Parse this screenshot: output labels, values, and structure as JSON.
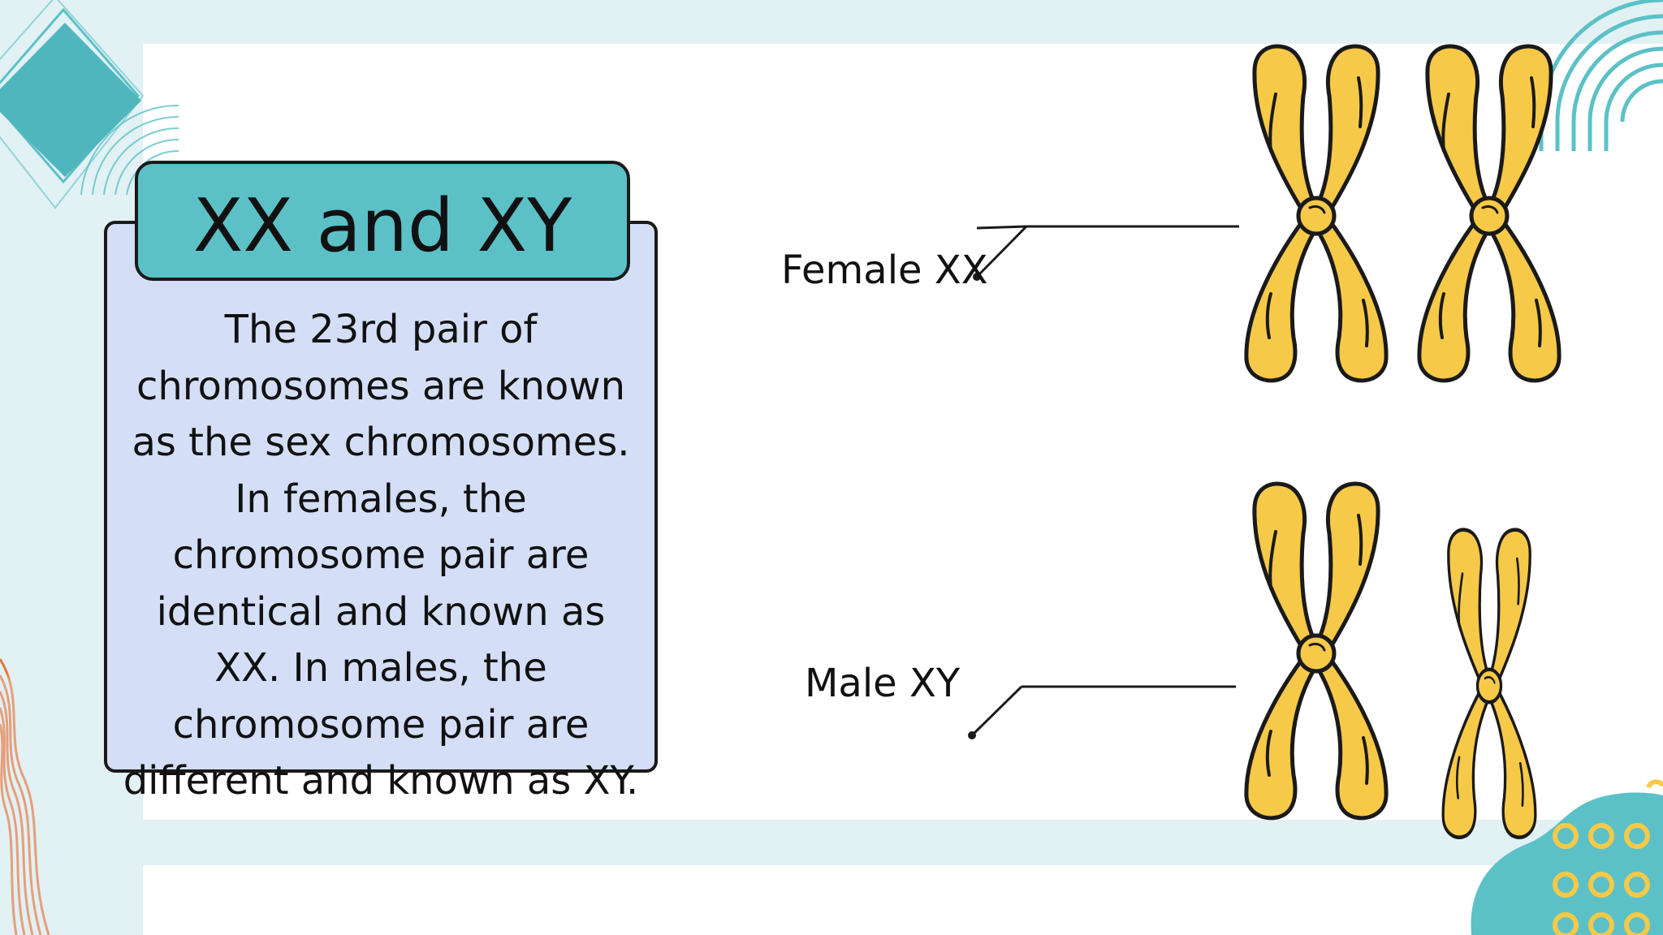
{
  "slide": {
    "title": "XX and XY",
    "body": "The 23rd pair of chromosomes are known as the sex chromosomes. In females, the chromosome pair are identical and known as XX. In males, the chromosome pair are different and known as XY.",
    "female_label": "Female XX",
    "male_label": "Male XY"
  },
  "colors": {
    "background": "#e2f1f4",
    "teal_accent": "#5bc1c7",
    "card_fill": "#d4def6",
    "chromosome_yellow": "#f7c948",
    "orange_accent": "#e8743b",
    "outline": "#1a1a1a"
  },
  "icons": [
    "chromosome-x-icon",
    "chromosome-y-icon"
  ]
}
